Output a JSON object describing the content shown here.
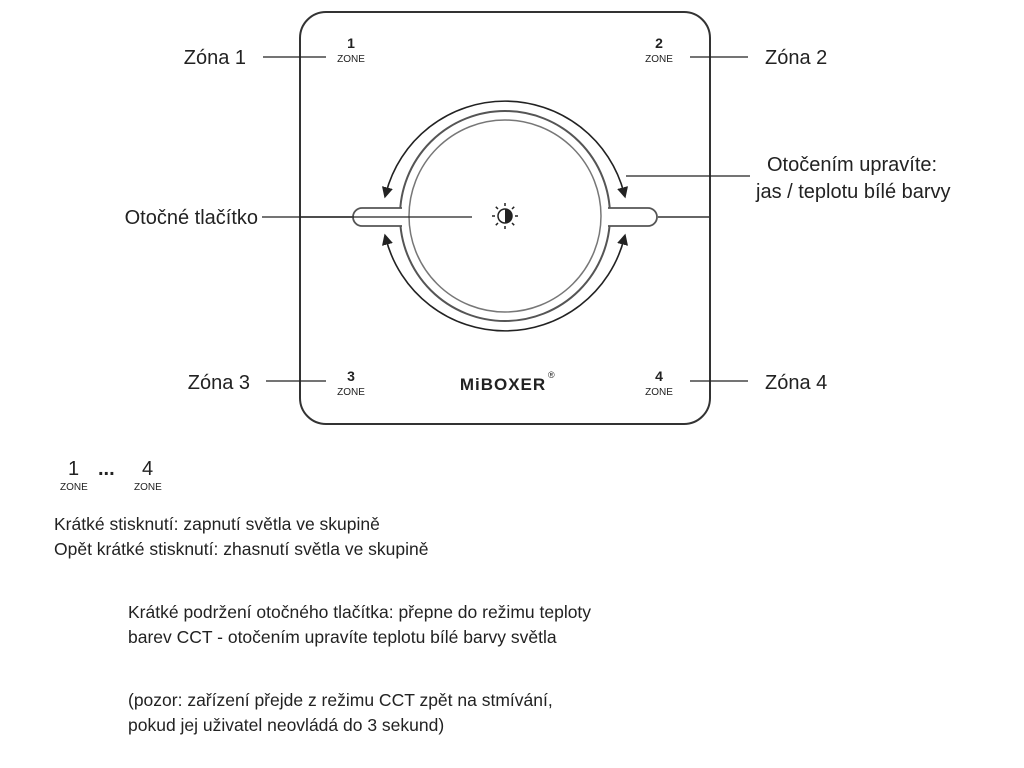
{
  "device": {
    "zones": [
      {
        "number": "1",
        "word": "ZONE",
        "label": "Zóna 1"
      },
      {
        "number": "2",
        "word": "ZONE",
        "label": "Zóna 2"
      },
      {
        "number": "3",
        "word": "ZONE",
        "label": "Zóna 3"
      },
      {
        "number": "4",
        "word": "ZONE",
        "label": "Zóna 4"
      }
    ],
    "knob_label": "Otočné tlačítko",
    "rotate_label_line1": "Otočením upravíte:",
    "rotate_label_line2": "jas / teplotu bílé barvy",
    "brand": "MiBOXER",
    "brand_reg": "®",
    "center_icon": "brightness-icon"
  },
  "legend": {
    "first_number": "1",
    "last_number": "4",
    "dots": "...",
    "word": "ZONE"
  },
  "instructions": {
    "line1": "Krátké stisknutí: zapnutí světla ve skupině",
    "line2": "Opět krátké stisknutí: zhasnutí světla ve skupině",
    "para2_line1": "Krátké podržení otočného tlačítka: přepne do režimu teploty",
    "para2_line2": "barev CCT - otočením upravíte teplotu bílé barvy světla",
    "para3_line1": "(pozor: zařízení přejde z režimu CCT zpět na stmívání,",
    "para3_line2": "pokud jej uživatel neovládá do 3 sekund)"
  },
  "colors": {
    "line": "#222222",
    "panel": "#ffffff"
  }
}
